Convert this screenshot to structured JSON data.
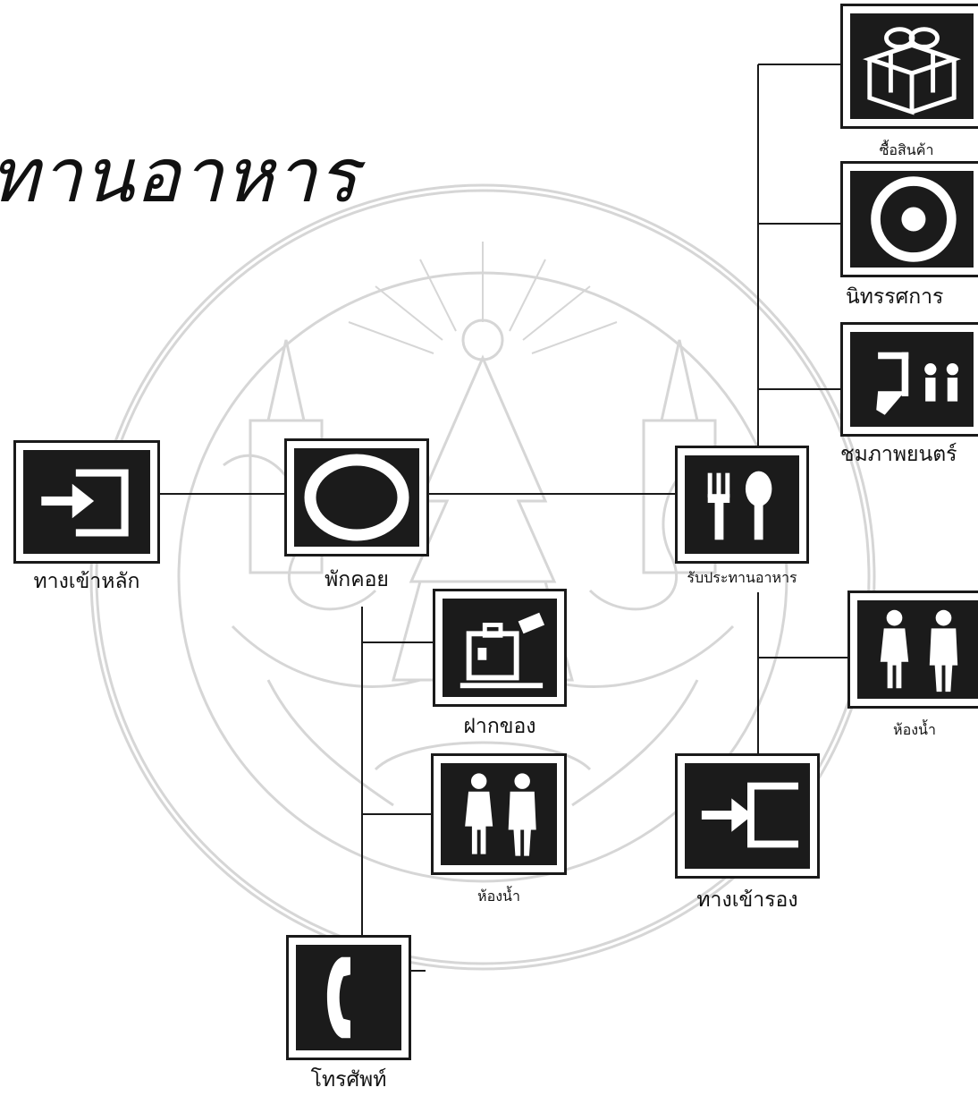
{
  "title": "ทานอาหาร",
  "nodes": {
    "main_entrance": "ทางเข้าหลัก",
    "lounge": "พักคอย",
    "dining": "รับประทานอาหาร",
    "shop": "ซื้อสินค้า",
    "exhibition": "นิทรรศการ",
    "cinema": "ชมภาพยนตร์",
    "restroom_right": "ห้องน้ำ",
    "baggage": "ฝากของ",
    "restroom_center": "ห้องน้ำ",
    "side_entrance": "ทางเข้ารอง",
    "telephone": "โทรศัพท์"
  },
  "colors": {
    "tile": "#1b1b1b",
    "line": "#1a1a1a",
    "watermark": "#c8c8c8"
  },
  "icons": [
    "entrance-arrow-icon",
    "circle-ring-icon",
    "fork-spoon-icon",
    "gift-box-icon",
    "target-icon",
    "cinema-seat-icon",
    "restroom-icon",
    "luggage-icon",
    "telephone-icon"
  ]
}
